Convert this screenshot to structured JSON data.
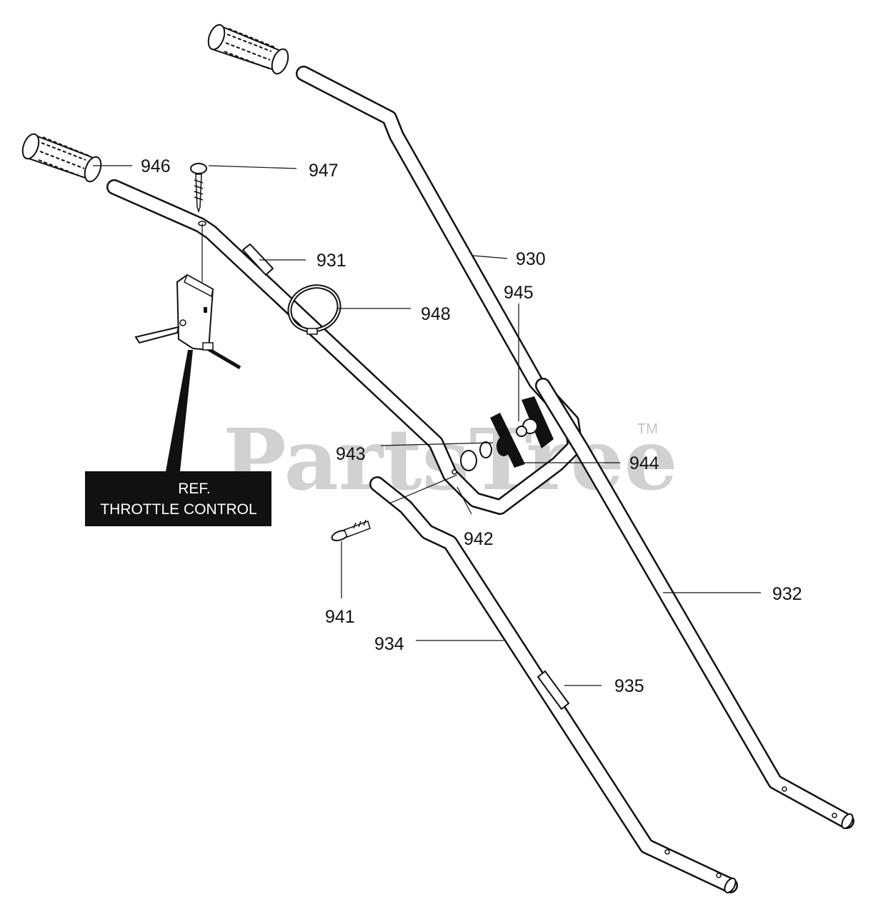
{
  "watermark": {
    "text": "PartsTree",
    "tm": "TM"
  },
  "ref_box": {
    "line1": "REF.",
    "line2": "THROTTLE CONTROL"
  },
  "labels": {
    "p946": "946",
    "p947": "947",
    "p931": "931",
    "p930": "930",
    "p945": "945",
    "p948": "948",
    "p943": "943",
    "p944": "944",
    "p942": "942",
    "p941": "941",
    "p932": "932",
    "p934": "934",
    "p935": "935"
  }
}
